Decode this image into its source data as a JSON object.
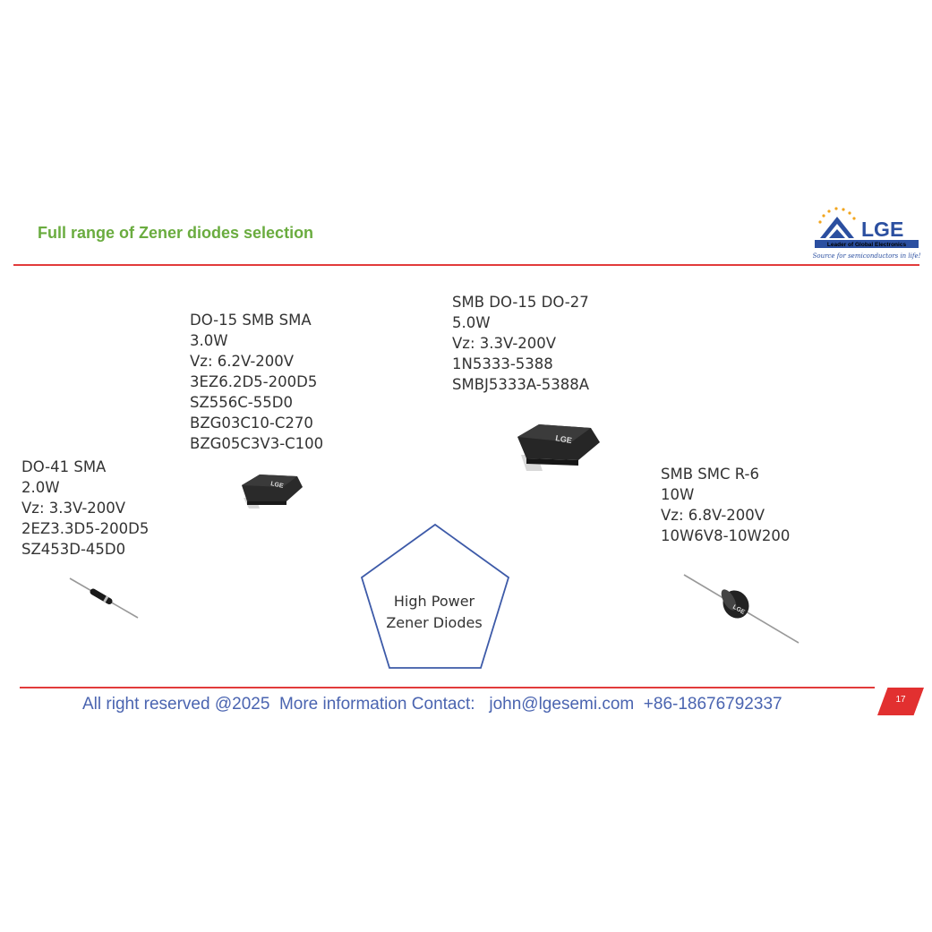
{
  "header": {
    "title": "Full range of Zener diodes selection"
  },
  "logo": {
    "name": "LGE",
    "tagline": "Leader of Global Electronics",
    "slogan": "Source for semiconductors in life!"
  },
  "products": [
    {
      "id": "do41",
      "lines": [
        "DO-41 SMA",
        "2.0W",
        "Vz: 3.3V-200V",
        "2EZ3.3D5-200D5",
        "SZ453D-45D0"
      ]
    },
    {
      "id": "do15",
      "lines": [
        "DO-15 SMB  SMA",
        "3.0W",
        "Vz: 6.2V-200V",
        "3EZ6.2D5-200D5",
        "SZ556C-55D0",
        "BZG03C10-C270",
        "BZG05C3V3-C100"
      ]
    },
    {
      "id": "smb5w",
      "lines": [
        "SMB DO-15 DO-27",
        "5.0W",
        "Vz: 3.3V-200V",
        "1N5333-5388",
        "SMBJ5333A-5388A"
      ]
    },
    {
      "id": "smc10",
      "lines": [
        "SMB SMC R-6",
        "10W",
        "Vz: 6.8V-200V",
        "10W6V8-10W200"
      ]
    }
  ],
  "chip_label": "LGE",
  "center": {
    "line1": "High Power",
    "line2": "Zener Diodes"
  },
  "footer": {
    "text": "All right reserved @2025  More information Contact:   john@lgesemi.com  +86-18676792337",
    "page": "17"
  },
  "colors": {
    "title_green": "#6aac3f",
    "rule_red": "#e23b3b",
    "footer_blue": "#4a64b0",
    "pentagon_blue": "#3d5aa8"
  }
}
